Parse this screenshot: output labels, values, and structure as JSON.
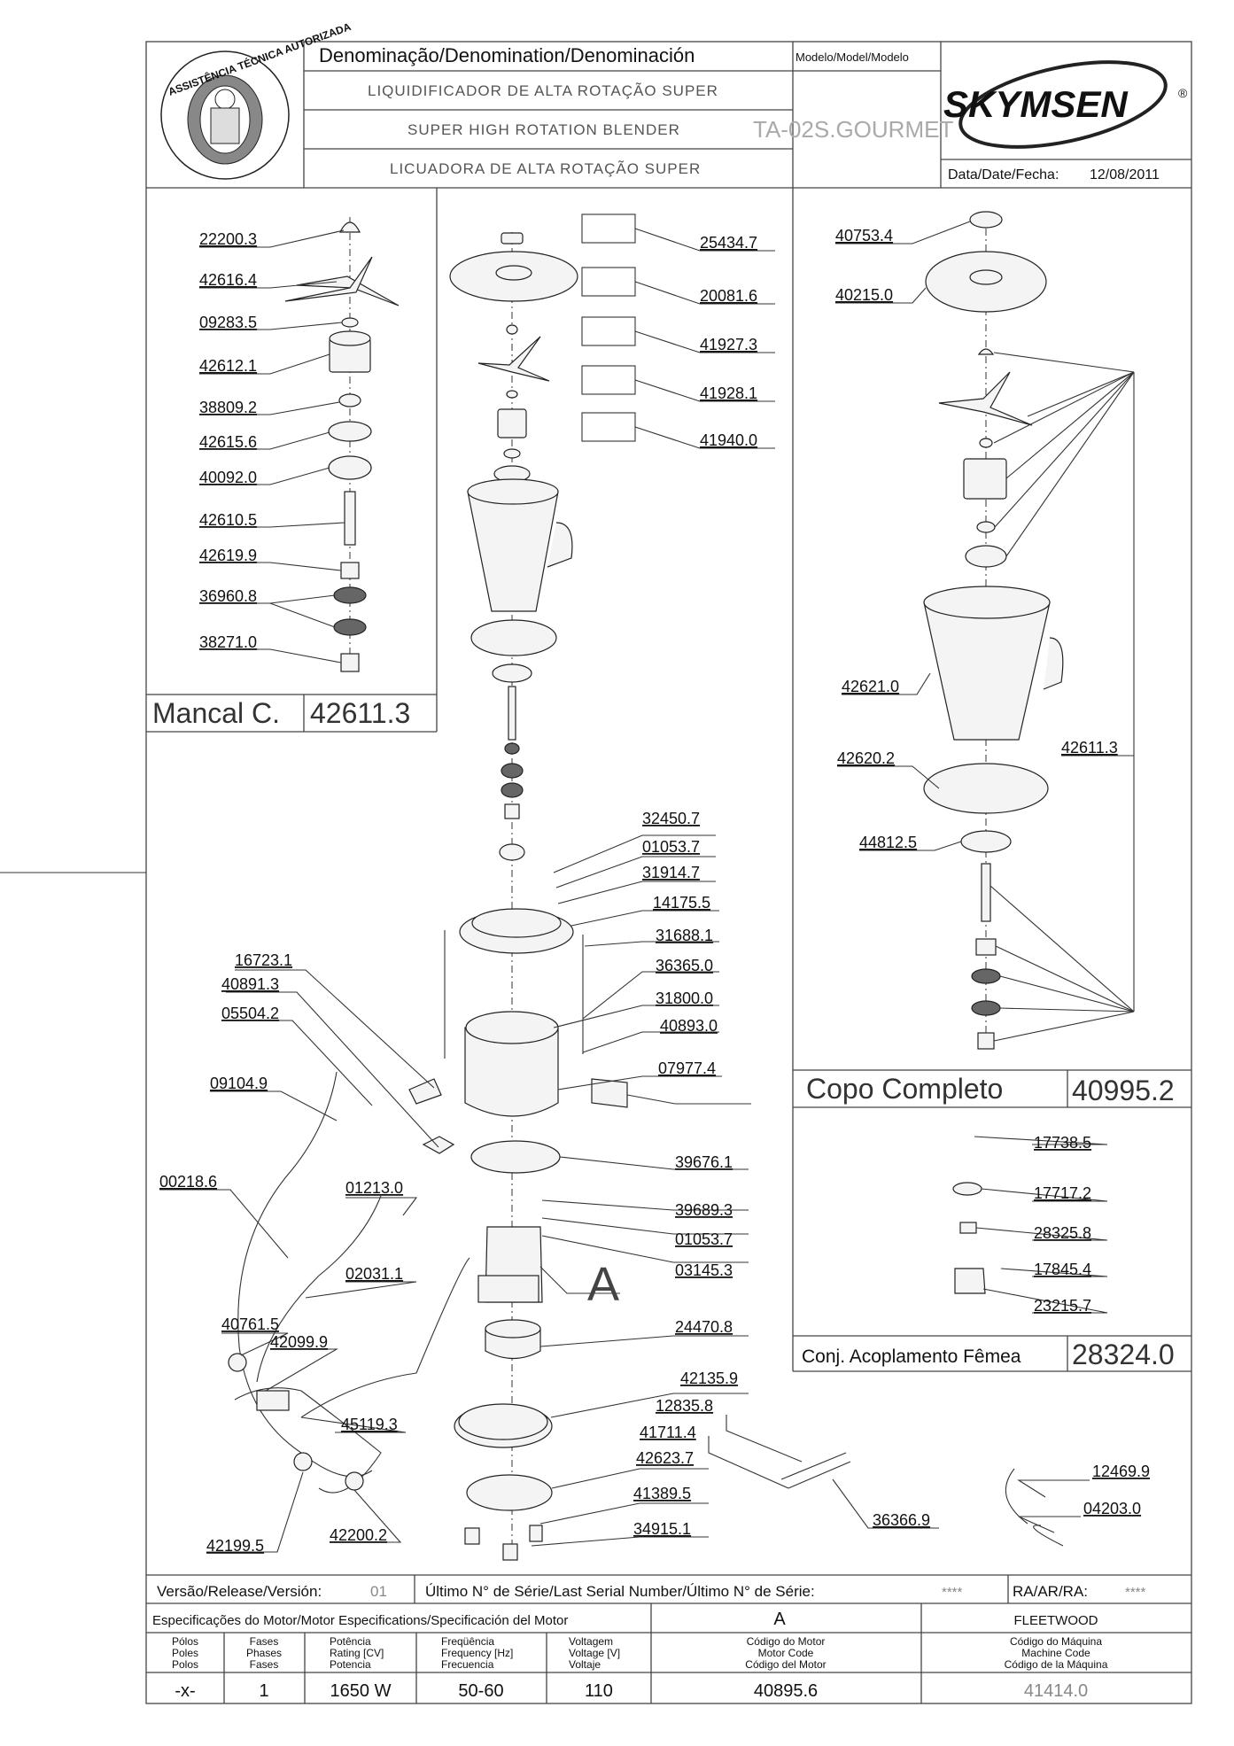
{
  "header": {
    "denomination_label": "Denominação/Denomination/Denominación",
    "name_pt": "LIQUIDIFICADOR DE ALTA ROTAÇÃO SUPER",
    "name_en": "SUPER HIGH ROTATION BLENDER",
    "name_es": "LICUADORA DE ALTA ROTAÇÃO SUPER",
    "model_label": "Modelo/Model/Modelo",
    "model_value": "TA-02S.GOURMET",
    "brand": "SKYMSEN",
    "brand_mark": "®",
    "date_label": "Data/Date/Fecha:",
    "date_value": "12/08/2011",
    "seal_text": "ASSISTÊNCIA TÉCNICA AUTORIZADA"
  },
  "subassemblies": {
    "mancal": {
      "name": "Mancal C.",
      "code": "42611.3"
    },
    "copo": {
      "name": "Copo Completo",
      "code": "40995.2"
    },
    "acoplamento": {
      "name": "Conj. Acoplamento Fêmea",
      "code": "28324.0"
    }
  },
  "motor_mark": "A",
  "parts": {
    "mancal": [
      "22200.3",
      "42616.4",
      "09283.5",
      "42612.1",
      "38809.2",
      "42615.6",
      "40092.0",
      "42610.5",
      "42619.9",
      "36960.8",
      "38271.0"
    ],
    "center_boxes": [
      "25434.7",
      "20081.6",
      "41927.3",
      "41928.1",
      "41940.0"
    ],
    "copo": [
      "40753.4",
      "40215.0",
      "42621.0",
      "42620.2",
      "44812.5",
      "42611.3"
    ],
    "base_right": [
      "32450.7",
      "01053.7",
      "31914.7",
      "14175.5",
      "31688.1",
      "36365.0",
      "31800.0",
      "40893.0",
      "07977.4",
      "39676.1",
      "39689.3",
      "01053.7",
      "03145.3",
      "24470.8",
      "42135.9",
      "12835.8",
      "41711.4",
      "42623.7",
      "41389.5",
      "34915.1",
      "36366.9"
    ],
    "base_left": [
      "16723.1",
      "40891.3",
      "05504.2",
      "09104.9",
      "00218.6",
      "01213.0",
      "02031.1",
      "40761.5",
      "42099.9",
      "45119.3",
      "42199.5",
      "42200.2"
    ],
    "acoplamento": [
      "17738.5",
      "17717.2",
      "28325.8",
      "17845.4",
      "23215.7"
    ],
    "misc": [
      "12469.9",
      "04203.0"
    ]
  },
  "footer": {
    "version_label": "Versão/Release/Versión:",
    "version_value": "01",
    "serial_label": "Último N° de Série/Last Serial Number/Último N° de Série:",
    "serial_value": "****",
    "ra_label": "RA/AR/RA:",
    "ra_value": "****",
    "motor_spec_label": "Especificações do Motor/Motor Especifications/Specificación del Motor",
    "motor_letter": "A",
    "manufacturer": "FLEETWOOD",
    "col_headers": {
      "poles": [
        "Pólos",
        "Poles",
        "Polos"
      ],
      "phases": [
        "Fases",
        "Phases",
        "Fases"
      ],
      "power": [
        "Potência",
        "Rating [CV]",
        "Potencia"
      ],
      "frequency": [
        "Freqüência",
        "Frequency [Hz]",
        "Frecuencia"
      ],
      "voltage": [
        "Voltagem",
        "Voltage [V]",
        "Voltaje"
      ],
      "motor_code": [
        "Código do Motor",
        "Motor Code",
        "Código del Motor"
      ],
      "machine_code": [
        "Código do Máquina",
        "Machine Code",
        "Código de la Máquina"
      ]
    },
    "values": {
      "poles": "-x-",
      "phases": "1",
      "power": "1650 W",
      "frequency": "50-60",
      "voltage": "110",
      "motor_code": "40895.6",
      "machine_code": "41414.0"
    }
  }
}
